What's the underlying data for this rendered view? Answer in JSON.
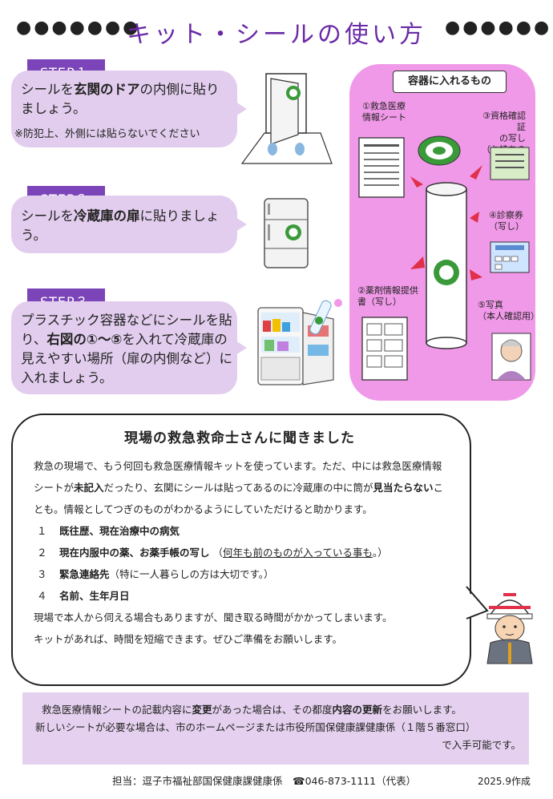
{
  "title": {
    "text": "キット・シールの使い方",
    "dots_left": "●●●●●●●",
    "dots_right": "●●●●●●"
  },
  "steps": [
    {
      "label": "STEP１",
      "text_parts": [
        "シールを",
        "玄関のドア",
        "の内側に貼りましょう。"
      ],
      "note": "※防犯上、外側には貼らないでください"
    },
    {
      "label": "STEP２",
      "text_parts": [
        "シールを",
        "冷蔵庫の扉",
        "に貼りましょう。"
      ]
    },
    {
      "label": "STEP３",
      "text_parts": [
        "プラスチック容器などにシールを貼り、",
        "右図の①～⑤",
        "を入れて冷蔵庫の見えやすい場所（扉の内側など）に入れましょう。"
      ]
    }
  ],
  "container": {
    "title": "容器に入れるもの",
    "items": [
      {
        "label_line1": "①救急医療",
        "label_line2": "情報シート"
      },
      {
        "label_line1": "②薬剤情報提供",
        "label_line2": "書（写し）"
      },
      {
        "label_line1": "③資格確認証",
        "label_line2": "の写し",
        "label_line3": "（お持ちの方）"
      },
      {
        "label_line1": "④診察券",
        "label_line2": "（写し）"
      },
      {
        "label_line1": "⑤写真",
        "label_line2": "（本人確認用）"
      }
    ]
  },
  "interview": {
    "title": "現場の救急救命士さんに聞きました",
    "paragraph_parts": [
      "救急の現場で、もう何回も救急医療情報キットを使っています。ただ、中には救急医療情報シートが",
      "未記入",
      "だったり、玄関にシールは貼ってあるのに冷蔵庫の中に筒が",
      "見当たらない",
      "ことも。情報としてつぎのものがわかるようにしていただけると助かります。"
    ],
    "list": [
      {
        "num": "１",
        "bold": "既往歴、現在治療中の病気",
        "extra": "",
        "underline": ""
      },
      {
        "num": "２",
        "bold": "現在内服中の薬、お薬手帳の写し",
        "extra_prefix": "（",
        "underline": "何年も前のものが入っている事も",
        "extra": "。）"
      },
      {
        "num": "３",
        "bold": "緊急連絡先",
        "extra": "（特に一人暮らしの方は大切です。）",
        "underline": ""
      },
      {
        "num": "４",
        "bold": "名前、生年月日",
        "extra": "",
        "underline": ""
      }
    ],
    "closing_line1": "現場で本人から伺える場合もありますが、聞き取る時間がかかってしまいます。",
    "closing_line2": "キットがあれば、時間を短縮できます。ぜひご準備をお願いします。"
  },
  "notice": {
    "line1_parts": [
      "救急医療情報シートの記載内容に",
      "変更",
      "があった場合は、その都度",
      "内容の更新",
      "をお願いします。"
    ],
    "line2": "新しいシートが必要な場合は、市のホームページまたは市役所国保健康課健康係（１階５番窓口）",
    "line3": "で入手可能です。"
  },
  "footer": {
    "contact": "担当：逗子市福祉部国保健康課健康係　☎046-873-1111（代表）",
    "date": "2025.9作成"
  },
  "colors": {
    "accent_purple": "#7b44b8",
    "title_purple": "#6a2aa6",
    "bubble_lavender": "#e2cdee",
    "panel_pink": "#f099e8",
    "arrow_red": "#e0304a",
    "sticker_green": "#3a9a3a"
  }
}
